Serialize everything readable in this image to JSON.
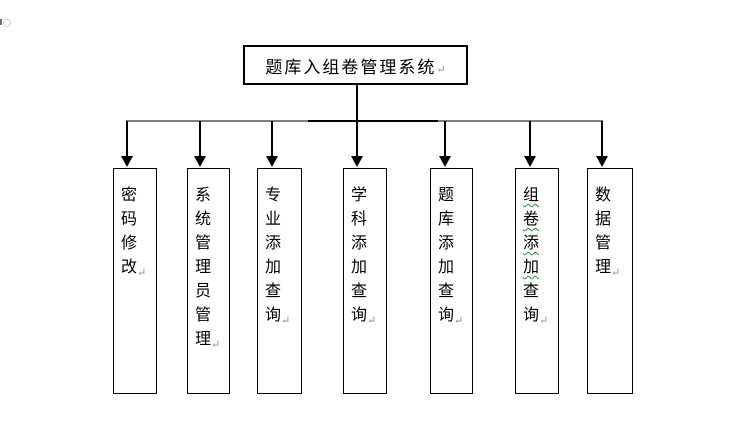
{
  "diagram": {
    "root": {
      "label": "题库入组卷管理系统"
    },
    "return_mark": "↵",
    "nodes": [
      {
        "label": "密码修改"
      },
      {
        "label": "系统管理员管理"
      },
      {
        "label": "专业添加查询"
      },
      {
        "label": "学科添加查询"
      },
      {
        "label": "题库添加查询"
      },
      {
        "label": "组卷添加查询",
        "underlined_part": "组卷添加",
        "plain_part": "查询"
      },
      {
        "label": "数据管理"
      }
    ],
    "colors": {
      "line": "#000000",
      "connector_gray": "#7f7f7f",
      "node_border": "#000000",
      "grammar_squiggle": "#2f8f2f",
      "return_mark": "#8c8c8c",
      "background": "#ffffff"
    }
  }
}
